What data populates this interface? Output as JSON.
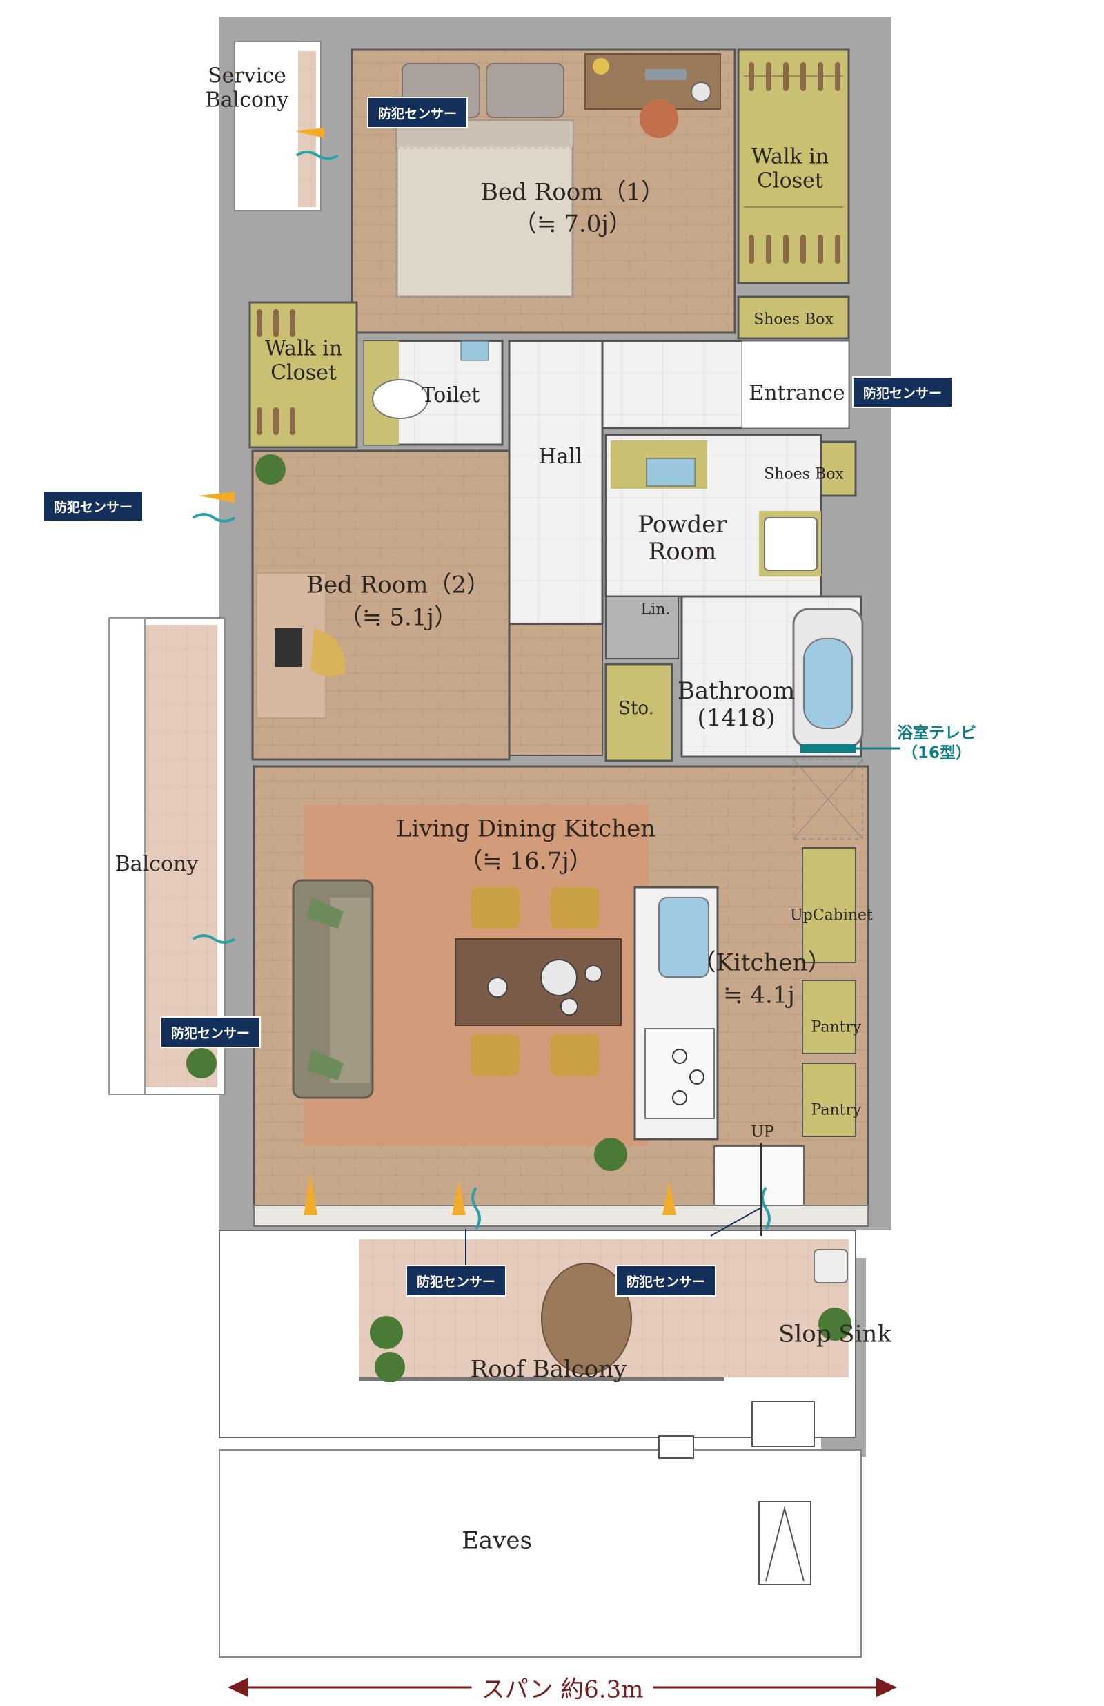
{
  "rooms": {
    "service_balcony": "Service\nBalcony",
    "bed1_name": "Bed Room（1）",
    "bed1_size": "（≒ 7.0j）",
    "wic1": "Walk in\nCloset",
    "shoes_box_top": "Shoes Box",
    "wic2": "Walk in\nCloset",
    "toilet": "Toilet",
    "hall": "Hall",
    "entrance": "Entrance",
    "shoes_box_bottom": "Shoes Box",
    "powder_room": "Powder\nRoom",
    "bed2_name": "Bed Room（2）",
    "bed2_size": "（≒ 5.1j）",
    "lin": "Lin.",
    "sto": "Sto.",
    "bathroom": "Bathroom\n(1418)",
    "balcony": "Balcony",
    "ldk_name": "Living Dining Kitchen",
    "ldk_size": "（≒ 16.7j）",
    "up_cabinet": "UpCabinet",
    "kitchen_name": "（Kitchen）",
    "kitchen_size": "≒ 4.1j",
    "pantry1": "Pantry",
    "pantry2": "Pantry",
    "up": "UP",
    "slop_sink": "Slop Sink",
    "roof_balcony": "Roof Balcony",
    "eaves": "Eaves"
  },
  "badges": {
    "sensor": "防犯センサー"
  },
  "bath_tv": {
    "label": "浴室テレビ\n（16型）"
  },
  "dimension": {
    "span": "スパン 約6.3m"
  },
  "colors": {
    "wall": "#a4a4a4",
    "wood": "#c9a98c",
    "tile": "#eeeeee",
    "closet": "#c8c072",
    "balcony_deck": "#e2c7b6",
    "rug": "#d49a78",
    "badge": "#14305a",
    "accent_red": "#7a1c1c",
    "tv": "#0d7f86"
  }
}
